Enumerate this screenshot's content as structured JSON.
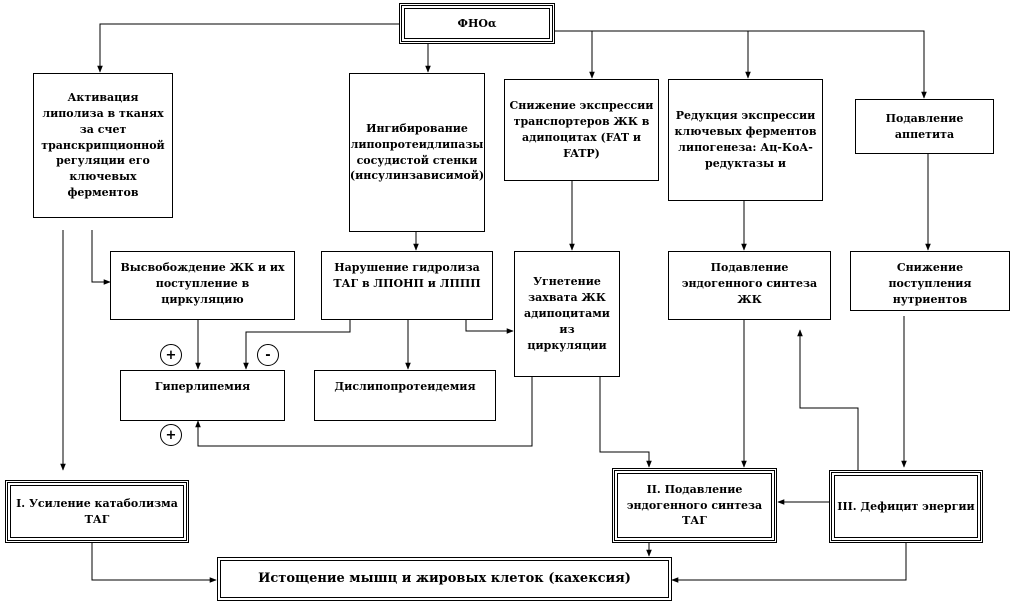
{
  "nodes": {
    "tnf": "ФНОα",
    "lipolysis": "Активация липолиза в тканях за счет транскрипционной регуляции его ключевых ферментов",
    "lpl_inhibition": "Ингибирование липопротеидлипазы сосудистой стенки (инсулинзависимой)",
    "transporters": "Снижение экспрессии транспортеров ЖК в адипоцитах (FAT и FATP)",
    "enzymes": "Редукция экспрессии ключевых ферментов липогенеза: Ац-КоА-редуктазы и",
    "appetite": "Подавление аппетита",
    "fa_release": "Высвобождение ЖК и их поступление в циркуляцию",
    "tag_hydrolysis": "Нарушение гидролиза ТАГ в ЛПОНП и ЛППП",
    "uptake": "Угнетение захвата ЖК адипоцитами из циркуляции",
    "endogenous_fa": "Подавление эндогенного синтеза ЖК",
    "nutrients": "Снижение поступления нутриентов",
    "hyperlipemia": "Гиперлипемия",
    "dyslipoproteinemia": "Дислипопротеидемия",
    "catabolism": "I. Усиление катаболизма ТАГ",
    "endogenous_tag": "II. Подавление эндогенного синтеза ТАГ",
    "energy": "III. Дефицит энергии",
    "cachexia": "Истощение мышц и жировых клеток (кахексия)"
  },
  "signs": {
    "plus_1": "+",
    "minus_1": "-",
    "plus_2": "+"
  }
}
